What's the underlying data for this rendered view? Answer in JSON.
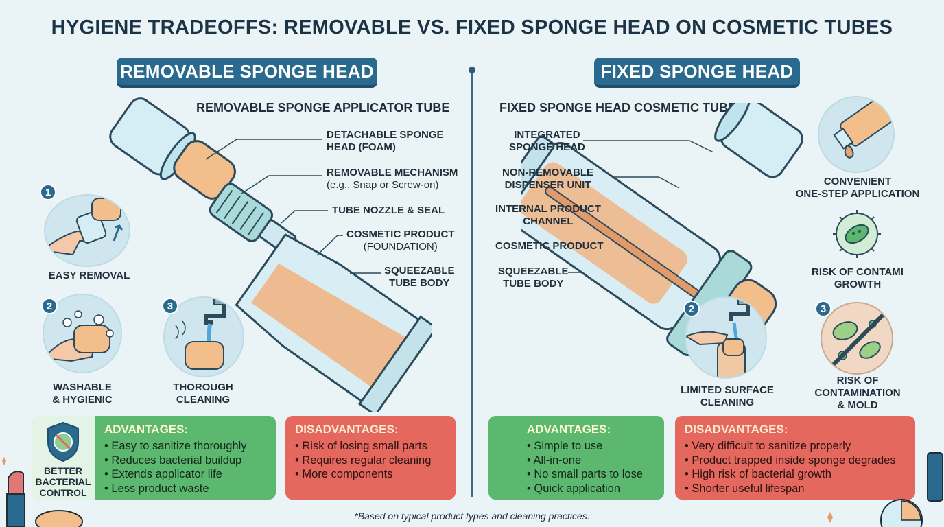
{
  "title": "HYGIENE TRADEOFFS: REMOVABLE VS. FIXED SPONGE HEAD ON COSMETIC TUBES",
  "left": {
    "header": "REMOVABLE SPONGE HEAD",
    "subtitle": "REMOVABLE SPONGE APPLICATOR TUBE",
    "callouts": [
      {
        "label": "DETACHABLE SPONGE",
        "label2": "HEAD (FOAM)"
      },
      {
        "label": "REMOVABLE MECHANISM",
        "label2": "(e.g., Snap or Screw-on)"
      },
      {
        "label": "TUBE NOZZLE & SEAL"
      },
      {
        "label": "COSMETIC PRODUCT",
        "label2": "(FOUNDATION)"
      },
      {
        "label": "SQUEEZABLE",
        "label2": "TUBE BODY"
      }
    ],
    "steps": [
      {
        "number": "1",
        "label": "EASY REMOVAL"
      },
      {
        "number": "2",
        "label": "WASHABLE",
        "label2": "& HYGIENIC"
      },
      {
        "number": "3",
        "label": "THOROUGH",
        "label2": "CLEANING"
      }
    ],
    "badge_label": [
      "BETTER",
      "BACTERIAL",
      "CONTROL"
    ],
    "advantages": {
      "heading": "ADVANTAGES:",
      "items": [
        "• Easy to sanitize thoroughly",
        "• Reduces bacterial buildup",
        "• Extends applicator life",
        "• Less product waste"
      ]
    },
    "disadvantages": {
      "heading": "DISADVANTAGES:",
      "items": [
        "• Risk of losing small parts",
        "• Requires regular cleaning",
        "• More components"
      ]
    }
  },
  "right": {
    "header": "FIXED SPONGE HEAD",
    "subtitle": "FIXED SPONGE HEAD COSMETIC TUBE",
    "callouts": [
      {
        "label": "INTEGRATED",
        "label2": "SPONGE HEAD"
      },
      {
        "label": "NON-REMOVABLE",
        "label2": "DISPENSER UNIT"
      },
      {
        "label": "INTERNAL PRODUCT",
        "label2": "CHANNEL"
      },
      {
        "label": "COSMETIC PRODUCT"
      },
      {
        "label": "SQUEEZABLE",
        "label2": "TUBE BODY"
      }
    ],
    "steps": [
      {
        "number": "2",
        "label": "LIMITED SURFACE",
        "label2": "CLEANING"
      },
      {
        "label": "CONVENIENT",
        "label2": "ONE-STEP APPLICATION"
      },
      {
        "label": "RISK OF CONTAMI",
        "label2": "GROWTH"
      },
      {
        "number": "3",
        "label": "RISK OF",
        "label2": "CONTAMINATION",
        "label3": "& MOLD"
      }
    ],
    "advantages": {
      "heading": "ADVANTAGES:",
      "items": [
        "• Simple to use",
        "• All-in-one",
        "• No small parts to lose",
        "• Quick application"
      ]
    },
    "disadvantages": {
      "heading": "DISADVANTAGES:",
      "items": [
        "• Very difficult to sanitize properly",
        "• Product trapped inside sponge degrades",
        "• High risk of bacterial growth",
        "• Shorter useful lifespan"
      ]
    }
  },
  "footnote": "*Based on typical product types and cleaning practices.",
  "colors": {
    "header": "#2a6a8e",
    "advantages": "#5cb86f",
    "disadvantages": "#e4685e",
    "background": "#eaf4f6"
  }
}
